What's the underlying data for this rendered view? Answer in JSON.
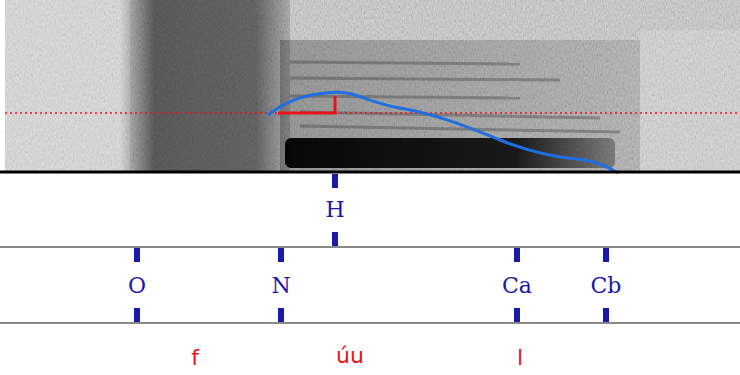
{
  "diagram": {
    "labels": [
      "H",
      "O",
      "N",
      "Ca",
      "Cb",
      "f",
      "úu",
      "l"
    ]
  }
}
